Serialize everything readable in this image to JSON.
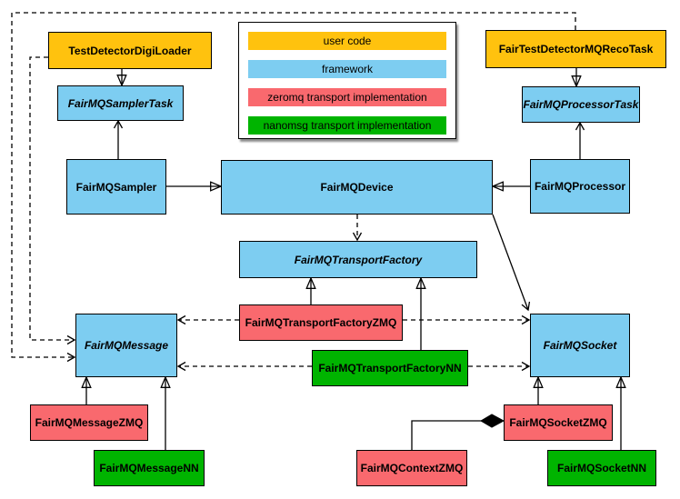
{
  "diagram": {
    "type": "uml-class-diagram",
    "background_color": "#ffffff",
    "legend": {
      "items": [
        {
          "label": "user code",
          "color": "#FFC20E",
          "category": "user-code"
        },
        {
          "label": "framework",
          "color": "#7DCDF1",
          "category": "framework"
        },
        {
          "label": "zeromq transport implementation",
          "color": "#F9696E",
          "category": "zeromq"
        },
        {
          "label": "nanomsg transport implementation",
          "color": "#00B400",
          "category": "nanomsg"
        }
      ]
    },
    "nodes": {
      "digiLoader": {
        "label": "TestDetectorDigiLoader",
        "category": "user-code",
        "abstract": false
      },
      "recoTask": {
        "label": "FairTestDetectorMQRecoTask",
        "category": "user-code",
        "abstract": false
      },
      "samplerTask": {
        "label": "FairMQSamplerTask",
        "category": "framework",
        "abstract": true
      },
      "processorTask": {
        "label": "FairMQProcessorTask",
        "category": "framework",
        "abstract": true
      },
      "sampler": {
        "label": "FairMQSampler",
        "category": "framework",
        "abstract": false
      },
      "device": {
        "label": "FairMQDevice",
        "category": "framework",
        "abstract": false
      },
      "processor": {
        "label": "FairMQProcessor",
        "category": "framework",
        "abstract": false
      },
      "transportFactory": {
        "label": "FairMQTransportFactory",
        "category": "framework",
        "abstract": true
      },
      "transportFactoryZMQ": {
        "label": "FairMQTransportFactoryZMQ",
        "category": "zeromq",
        "abstract": false
      },
      "transportFactoryNN": {
        "label": "FairMQTransportFactoryNN",
        "category": "nanomsg",
        "abstract": false
      },
      "message": {
        "label": "FairMQMessage",
        "category": "framework",
        "abstract": true
      },
      "socket": {
        "label": "FairMQSocket",
        "category": "framework",
        "abstract": true
      },
      "messageZMQ": {
        "label": "FairMQMessageZMQ",
        "category": "zeromq",
        "abstract": false
      },
      "messageNN": {
        "label": "FairMQMessageNN",
        "category": "nanomsg",
        "abstract": false
      },
      "contextZMQ": {
        "label": "FairMQContextZMQ",
        "category": "zeromq",
        "abstract": false
      },
      "socketZMQ": {
        "label": "FairMQSocketZMQ",
        "category": "zeromq",
        "abstract": false
      },
      "socketNN": {
        "label": "FairMQSocketNN",
        "category": "nanomsg",
        "abstract": false
      }
    },
    "relations": [
      {
        "from": "TestDetectorDigiLoader",
        "to": "FairMQSamplerTask",
        "type": "inheritance",
        "style": "solid"
      },
      {
        "from": "FairTestDetectorMQRecoTask",
        "to": "FairMQProcessorTask",
        "type": "inheritance",
        "style": "solid"
      },
      {
        "from": "FairMQSampler",
        "to": "FairMQDevice",
        "type": "inheritance",
        "style": "solid"
      },
      {
        "from": "FairMQProcessor",
        "to": "FairMQDevice",
        "type": "inheritance",
        "style": "solid"
      },
      {
        "from": "FairMQSampler",
        "to": "FairMQSamplerTask",
        "type": "association",
        "style": "solid"
      },
      {
        "from": "FairMQProcessor",
        "to": "FairMQProcessorTask",
        "type": "association",
        "style": "solid"
      },
      {
        "from": "FairMQDevice",
        "to": "FairMQTransportFactory",
        "type": "dependency",
        "style": "dashed"
      },
      {
        "from": "FairMQDevice",
        "to": "FairMQSocket",
        "type": "association",
        "style": "solid"
      },
      {
        "from": "FairMQTransportFactoryZMQ",
        "to": "FairMQTransportFactory",
        "type": "inheritance",
        "style": "solid"
      },
      {
        "from": "FairMQTransportFactoryNN",
        "to": "FairMQTransportFactory",
        "type": "inheritance",
        "style": "solid"
      },
      {
        "from": "FairMQTransportFactoryZMQ",
        "to": "FairMQMessage",
        "type": "dependency",
        "style": "dashed"
      },
      {
        "from": "FairMQTransportFactoryZMQ",
        "to": "FairMQSocket",
        "type": "dependency",
        "style": "dashed"
      },
      {
        "from": "FairMQTransportFactoryNN",
        "to": "FairMQMessage",
        "type": "dependency",
        "style": "dashed"
      },
      {
        "from": "FairMQTransportFactoryNN",
        "to": "FairMQSocket",
        "type": "dependency",
        "style": "dashed"
      },
      {
        "from": "TestDetectorDigiLoader",
        "to": "FairMQMessage",
        "type": "dependency",
        "style": "dashed"
      },
      {
        "from": "FairTestDetectorMQRecoTask",
        "to": "FairMQMessage",
        "type": "dependency",
        "style": "dashed"
      },
      {
        "from": "FairMQMessageZMQ",
        "to": "FairMQMessage",
        "type": "inheritance",
        "style": "solid"
      },
      {
        "from": "FairMQMessageNN",
        "to": "FairMQMessage",
        "type": "inheritance",
        "style": "solid"
      },
      {
        "from": "FairMQSocketZMQ",
        "to": "FairMQSocket",
        "type": "inheritance",
        "style": "solid"
      },
      {
        "from": "FairMQSocketNN",
        "to": "FairMQSocket",
        "type": "inheritance",
        "style": "solid"
      },
      {
        "from": "FairMQContextZMQ",
        "to": "FairMQSocketZMQ",
        "type": "composition",
        "style": "solid"
      }
    ]
  }
}
